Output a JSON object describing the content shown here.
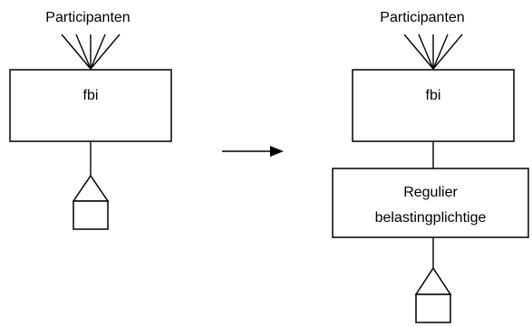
{
  "left_diagram": {
    "participants_label": "Participanten",
    "box_label": "fbi"
  },
  "arrow": {
    "direction": "right"
  },
  "right_diagram": {
    "participants_label": "Participanten",
    "top_box_label": "fbi",
    "bottom_box_label_line1": "Regulier",
    "bottom_box_label_line2": "belastingplichtige"
  },
  "colors": {
    "stroke": "#000000",
    "background": "#ffffff"
  },
  "icons": {
    "house": "house-icon",
    "fan_lines": "participants-fan-icon"
  }
}
